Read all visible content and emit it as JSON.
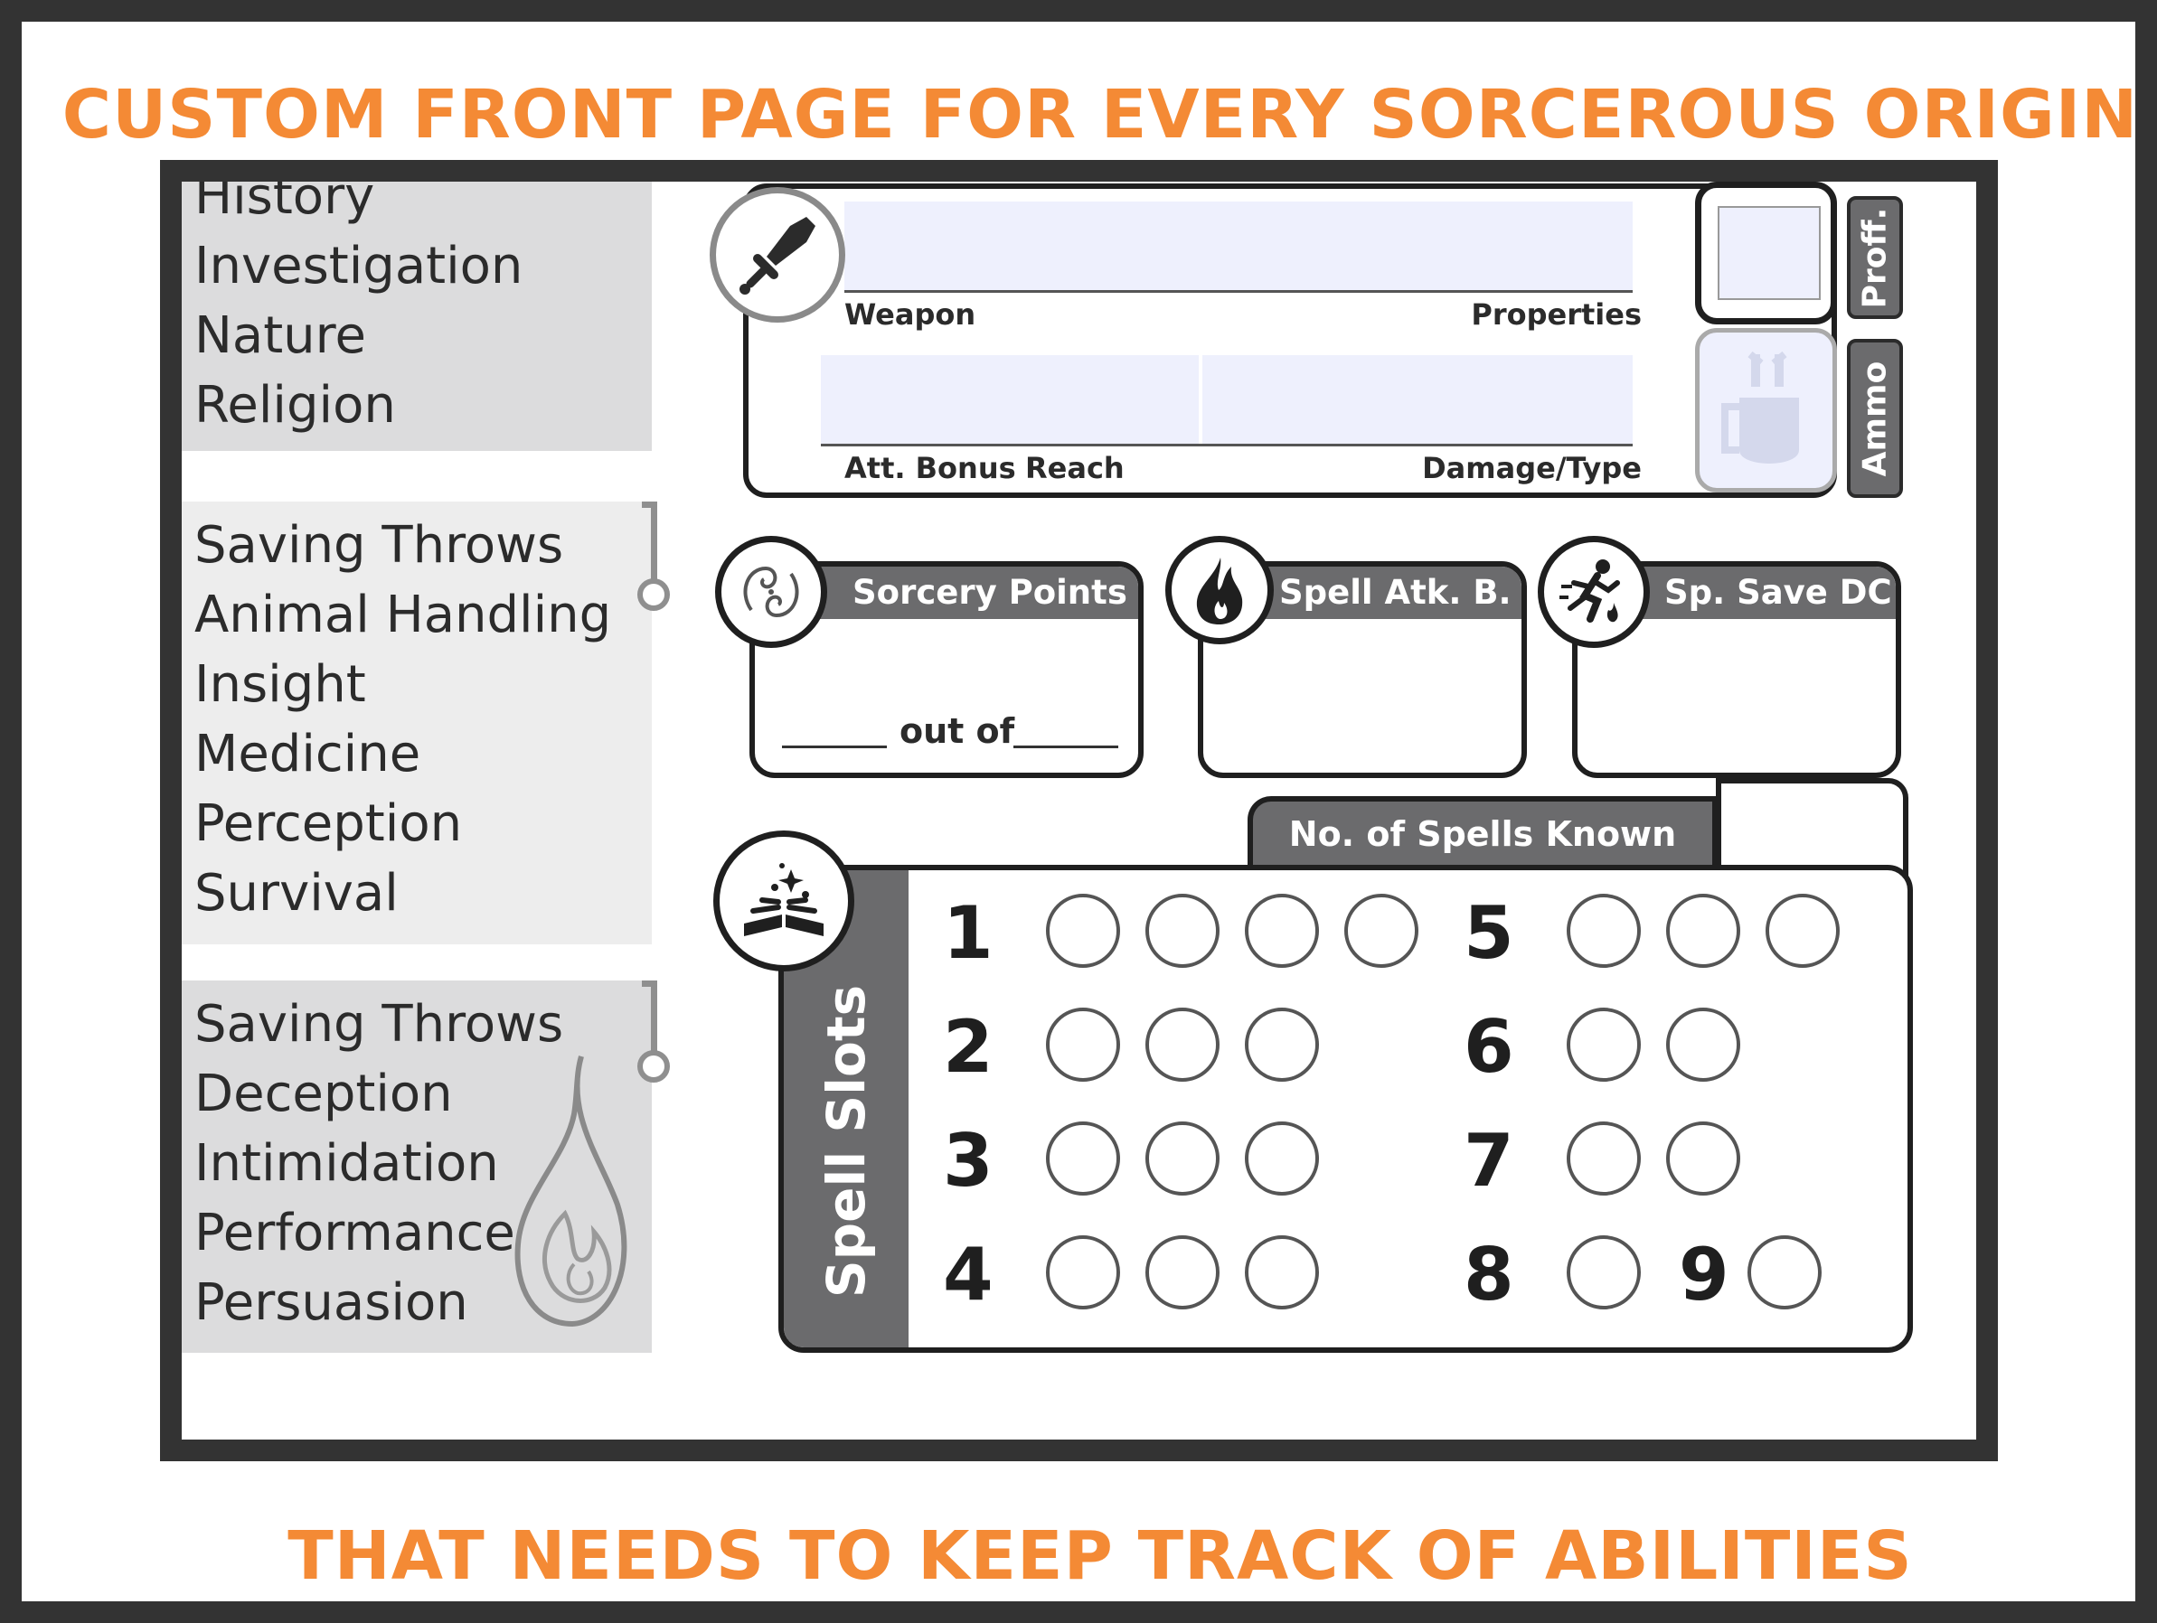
{
  "headline_top": "CUSTOM FRONT PAGE FOR EVERY SORCEROUS ORIGIN",
  "headline_bottom": "THAT NEEDS TO KEEP TRACK OF ABILITIES",
  "accent_color": "#f48a35",
  "skills": {
    "group1": [
      "History",
      "Investigation",
      "Nature",
      "Religion"
    ],
    "group2": [
      "Saving Throws",
      "Animal Handling",
      "Insight",
      "Medicine",
      "Perception",
      "Survival"
    ],
    "group3": [
      "Saving Throws",
      "Deception",
      "Intimidation",
      "Performance",
      "Persuasion"
    ]
  },
  "weapon": {
    "weapon_label": "Weapon",
    "properties_label": "Properties",
    "att_bonus_label": "Att. Bonus",
    "reach_label": "Reach",
    "damage_label": "Damage/Type",
    "proff_label": "Proff.",
    "ammo_label": "Ammo",
    "icon": "sword-icon"
  },
  "stats": {
    "sorcery_points": "Sorcery Points",
    "out_of": "out of",
    "spell_attack": "Spell Atk. B.",
    "spell_save": "Sp. Save DC"
  },
  "spells": {
    "known_label": "No. of Spells Known",
    "slots_label": "Spell Slots",
    "levels": [
      {
        "level": "1",
        "slots": 4
      },
      {
        "level": "2",
        "slots": 3
      },
      {
        "level": "3",
        "slots": 3
      },
      {
        "level": "4",
        "slots": 3
      },
      {
        "level": "5",
        "slots": 3
      },
      {
        "level": "6",
        "slots": 2
      },
      {
        "level": "7",
        "slots": 2
      },
      {
        "level": "8",
        "slots": 1
      },
      {
        "level": "9",
        "slots": 1
      }
    ]
  }
}
